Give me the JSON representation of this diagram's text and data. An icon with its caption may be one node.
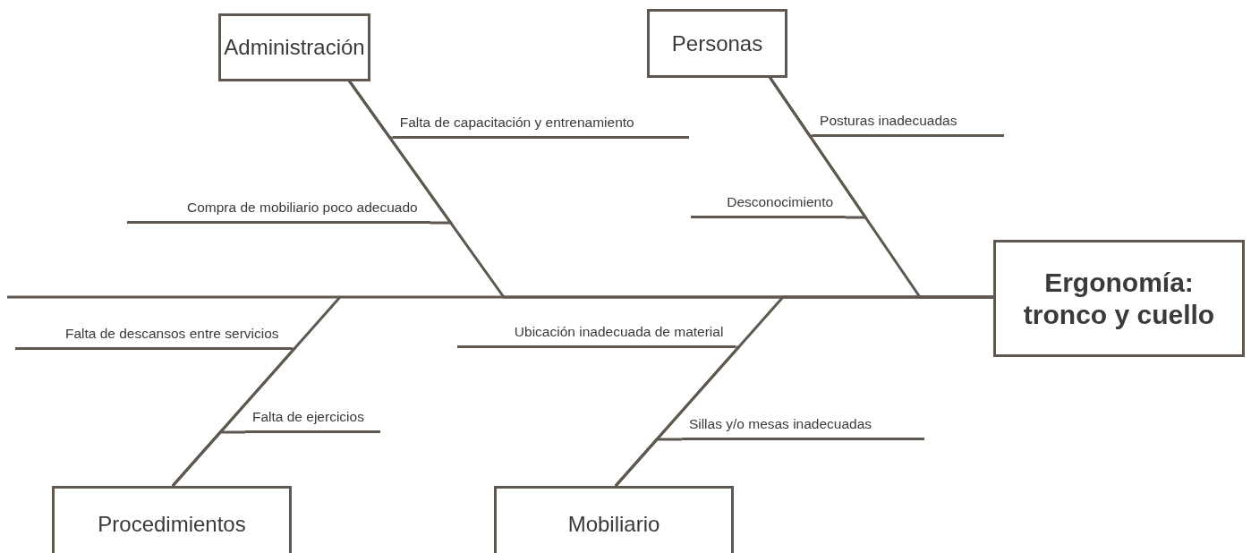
{
  "diagram": {
    "nodes": [
      {
        "text": [
          "Administración"
        ]
      },
      {
        "text": [
          "Personas"
        ]
      },
      {
        "text": [
          "Ergonomía: tronco y cuello"
        ]
      },
      {
        "text": [
          "Falta de capacitación y entrenamiento"
        ]
      },
      {
        "text": [
          "Compra de mobiliario poco adecuado"
        ]
      },
      {
        "text": [
          "Posturas inadecuadas"
        ]
      },
      {
        "text": [
          "Desconocimiento"
        ]
      },
      {
        "text": [
          "Falta de descansos entre servicios"
        ]
      },
      {
        "text": [
          "Ubicación inadecuada de material"
        ]
      },
      {
        "text": [
          "Falta de ejercicios"
        ]
      },
      {
        "text": [
          "Sillas y/o mesas inadecuadas"
        ]
      },
      {
        "text": [
          "Procedimientos"
        ]
      },
      {
        "text": [
          "Mobiliario"
        ]
      }
    ],
    "edges": [
      {
        "from": 0,
        "to": 2,
        "arrow": "none"
      },
      {
        "from": 1,
        "to": 2,
        "arrow": "none"
      },
      {
        "from": 11,
        "to": 2,
        "arrow": "none"
      },
      {
        "from": 12,
        "to": 2,
        "arrow": "none"
      },
      {
        "from": 3,
        "to": 0,
        "arrow": "none"
      },
      {
        "from": 4,
        "to": 0,
        "arrow": "none"
      },
      {
        "from": 5,
        "to": 1,
        "arrow": "none"
      },
      {
        "from": 6,
        "to": 1,
        "arrow": "none"
      },
      {
        "from": 7,
        "to": 11,
        "arrow": "none"
      },
      {
        "from": 8,
        "to": 12,
        "arrow": "none"
      },
      {
        "from": 9,
        "to": 11,
        "arrow": "none"
      },
      {
        "from": 10,
        "to": 12,
        "arrow": "none"
      }
    ]
  }
}
